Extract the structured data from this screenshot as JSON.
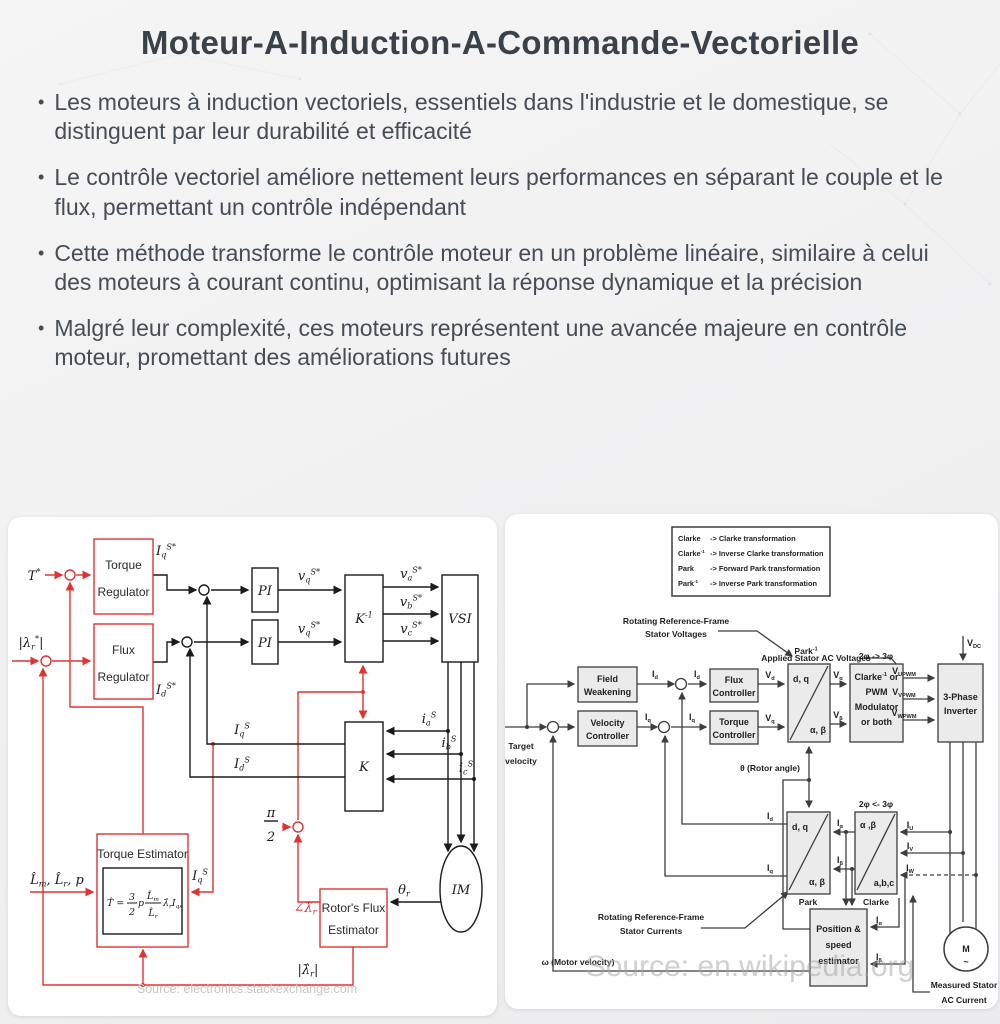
{
  "page": {
    "bullet_char": "•"
  },
  "title": "Moteur-A-Induction-A-Commande-Vectorielle",
  "bullets": [
    "Les moteurs à induction vectoriels, essentiels dans l'industrie et le domestique, se distinguent par leur durabilité et efficacité",
    "Le contrôle vectoriel améliore nettement leurs performances en séparant le couple et le flux, permettant un contrôle indépendant",
    "Cette méthode transforme le contrôle moteur en un problème linéaire, similaire à celui des moteurs à courant continu, optimisant la réponse dynamique et la précision",
    "Malgré leur complexité, ces moteurs représentent une avancée majeure en contrôle moteur, promettant des améliorations futures"
  ],
  "left": {
    "source": "Source: electronics.stackexchange.com",
    "blocks": {
      "torque_regulator": [
        "Torque",
        "Regulator"
      ],
      "flux_regulator": [
        "Flux",
        "Regulator"
      ],
      "pi": "PI",
      "k_inverse": "K^{-1}",
      "vsi": "VSI",
      "k": "K",
      "torque_estimator": "Torque Estimator",
      "rotor_flux_estimator": [
        "Rotor's Flux",
        "Estimator"
      ],
      "im": "IM"
    },
    "signals": {
      "t_ref": "T^{*}",
      "lambda_ref": "|λ_{r}^{*}|",
      "iq_ref": "I_{q}^{S*}",
      "id_ref": "I_{d}^{S*}",
      "vq_ref": "v_{q}^{S*}",
      "vd_ref": "v_{q}^{S*}",
      "va_ref": "v_{a}^{S*}",
      "vb_ref": "v_{b}^{S*}",
      "vc_ref": "v_{c}^{S*}",
      "ia": "i_{a}^{S}",
      "ib": "i_{b}^{S}",
      "ic": "i_{c}^{S}",
      "iq": "I_{q}^{S}",
      "id": "I_{d}^{S}",
      "iq_est": "I_{q}^{S}",
      "motor_params": "L̂_{m}, L̂_{r}, p",
      "pi_num": "π",
      "pi_den": "2",
      "flux_angle": "∠λ̂_{r}",
      "flux_mag": "|λ̂_{r}|",
      "theta_r": "θ_{r}"
    },
    "formula": {
      "lhs": "T̂ =",
      "num1": "3",
      "den1": "2",
      "mid": "p",
      "num2": "L̂_{m}",
      "den2": "L̂_{r}",
      "tail": "λ̂_{r}I_{qs}"
    }
  },
  "right": {
    "source": "Source: en.wikipedia.org",
    "legend": [
      {
        "term": "Clarke",
        "def": "-> Clarke transformation"
      },
      {
        "term": "Clarke^{-1}",
        "def": "-> Inverse Clarke transformation"
      },
      {
        "term": "Park",
        "def": "-> Forward Park transformation"
      },
      {
        "term": "Park^{-1}",
        "def": "-> Inverse  Park transformation"
      }
    ],
    "annotations": {
      "rrf_voltages": [
        "Rotating Reference-Frame",
        "Stator Voltages"
      ],
      "applied_voltages": "Applied Stator AC Voltages",
      "rotor_angle": "θ (Rotor angle)",
      "rrf_currents": [
        "Rotating Reference-Frame",
        "Stator Currents"
      ],
      "motor_velocity": "ω  (Motor velocity)",
      "measured": [
        "Measured Stator",
        "AC Current"
      ],
      "park_inv": "Park^{-1}",
      "park": "Park",
      "clarke": "Clarke",
      "two_three": "2φ -> 3φ",
      "three_two": "2φ <- 3φ",
      "target_velocity": [
        "Target",
        "velocity"
      ]
    },
    "blocks": {
      "field_weakening": [
        "Field",
        "Weakening"
      ],
      "velocity_controller": [
        "Velocity",
        "Controller"
      ],
      "flux_controller": [
        "Flux",
        "Controller"
      ],
      "torque_controller": [
        "Torque",
        "Controller"
      ],
      "park_inv_tl": "d, q",
      "park_inv_br": "α, β",
      "modulator": [
        "Clarke^{-1} or",
        "PWM",
        "Modulator",
        "or both"
      ],
      "inverter": [
        "3-Phase",
        "Inverter"
      ],
      "park_tl": "d, q",
      "park_br": "α, β",
      "clarke_tl": "α ,β",
      "clarke_br": "a,b,c",
      "estimator": [
        "Position &",
        "speed",
        "estimator"
      ],
      "motor": "M",
      "motor_wave": "~"
    },
    "signals": {
      "id_a": "I_{d}",
      "id_b": "I_{d}",
      "iq_a": "I_{q}",
      "iq_b": "I_{q}",
      "vd": "V_{d}",
      "vq": "V_{q}",
      "valpha": "V_{α}",
      "vbeta": "V_{β}",
      "vdc": "V_{DC}",
      "vu": "V_{UPWM}",
      "vv": "V_{VPWM}",
      "vw": "V_{WPWM}",
      "iu": "I_{U}",
      "iv": "I_{V}",
      "iw": "I_{W}",
      "ialpha": "I_{α}",
      "ibeta": "I_{β}",
      "id_fb": "I_{d}",
      "iq_fb": "I_{q}",
      "ialpha_est": "I_{α}",
      "ibeta_est": "I_{β}"
    }
  }
}
